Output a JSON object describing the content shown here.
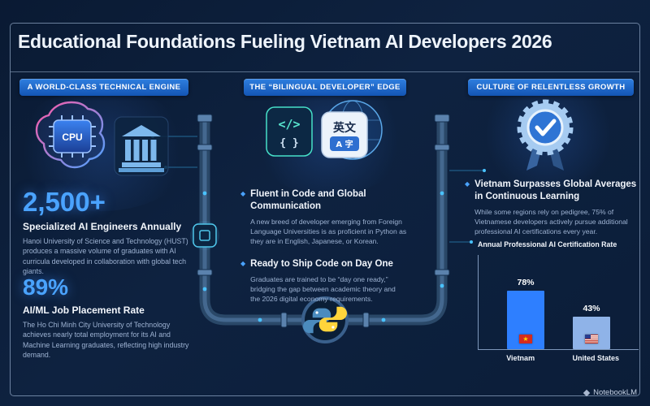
{
  "title": "Educational Foundations Fueling Vietnam AI Developers 2026",
  "left": {
    "header": "A WORLD-CLASS TECHNICAL ENGINE",
    "cpu_label": "CPU",
    "stat1": {
      "value": "2,500+",
      "label": "Specialized AI Engineers Annually",
      "desc": "Hanoi University of Science and Technology (HUST) produces a massive volume of graduates with AI curricula developed in collaboration with global tech giants."
    },
    "stat2": {
      "value": "89%",
      "label": "AI/ML Job Placement Rate",
      "desc": "The Ho Chi Minh City University of Technology achieves nearly total employment for its AI and Machine Learning graduates, reflecting high industry demand."
    }
  },
  "middle": {
    "header": "THE “BILINGUAL DEVELOPER” EDGE",
    "icon_code_line1": "</>",
    "icon_code_line2": "{ }",
    "icon_lang_line1": "英文",
    "icon_lang_line2": "A 字",
    "bullets": [
      {
        "title": "Fluent in Code and Global Communication",
        "desc": "A new breed of developer emerging from Foreign Language Universities is as proficient in Python as they are in English, Japanese, or Korean."
      },
      {
        "title": "Ready to Ship Code on Day One",
        "desc": "Graduates are trained to be “day one ready,” bridging the gap between academic theory and the 2026 digital economy requirements."
      }
    ]
  },
  "right": {
    "header": "CULTURE OF RELENTLESS GROWTH",
    "bullet": {
      "title": "Vietnam Surpasses Global Averages in Continuous Learning",
      "desc": "While some regions rely on pedigree, 75% of Vietnamese developers actively pursue additional professional AI certifications every year."
    }
  },
  "chart_data": {
    "type": "bar",
    "title": "Annual Professional AI Certification Rate",
    "categories": [
      "Vietnam",
      "United States"
    ],
    "values": [
      78,
      43
    ],
    "value_labels": [
      "78%",
      "43%"
    ],
    "ylim": [
      0,
      100
    ],
    "bar_colors": [
      "#2e7fff",
      "#8fb3e8"
    ],
    "legend": false,
    "grid": false
  },
  "icons": {
    "bullet_marker": "◆",
    "vn_star": "★",
    "left_illustration": "ai-brain-cpu-university",
    "middle_illustration": "bilingual-code-globe",
    "right_illustration": "award-ribbon-check",
    "junction": "python-logo",
    "flags": [
      "vietnam-flag",
      "us-flag"
    ]
  },
  "colors": {
    "accent": "#4aa3ff",
    "header_pill": "#1d64c8",
    "background": "#0d2038",
    "body_text": "#9db2d2"
  },
  "footer": {
    "brand": "NotebookLM"
  }
}
